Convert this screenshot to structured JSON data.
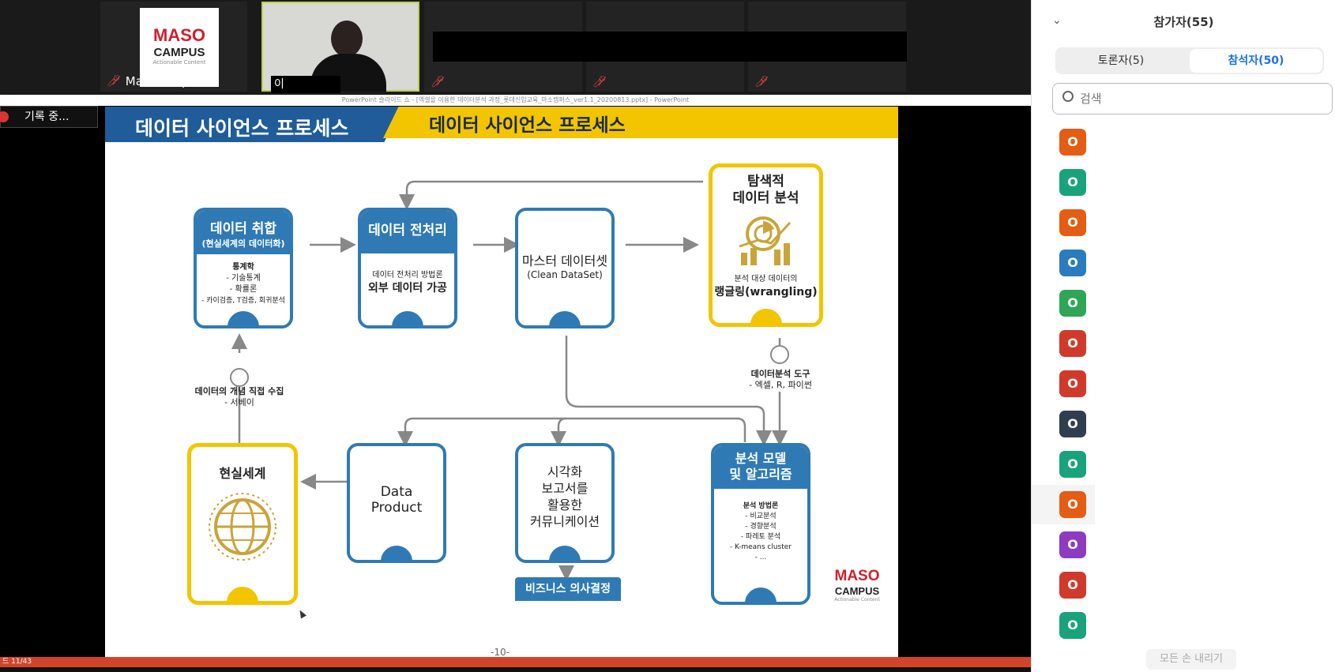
{
  "video_tiles": [
    {
      "name": "Masocampus ...",
      "logo_line1": "MASO",
      "logo_line2": "CAMPUS",
      "logo_line3": "Actionable Content"
    },
    {
      "name": "이"
    },
    {
      "name": ""
    },
    {
      "name": ""
    },
    {
      "name": ""
    }
  ],
  "recording": {
    "label": "기록 중..."
  },
  "ppt_window_title": "PowerPoint 슬라이드 쇼 - [엑셀을 이용한 데이터분석 과정_롯데신입교육_마소캠퍼스_ver1.1_20200813.pptx] - PowerPoint",
  "slide": {
    "title_left": "데이터 사이언스 프로세스",
    "title_right": "데이터 사이언스 프로세스",
    "page": "-10-",
    "logo": {
      "line1": "MASO",
      "line2": "CAMPUS",
      "line3": "Actionable Content"
    },
    "cards": {
      "acquire": {
        "title": "데이터 취합",
        "subtitle": "(현실세계의 데이터화)",
        "body_head": "통계학",
        "body": [
          "- 기술통계",
          "- 확률론",
          "- 카이검증, T검증, 회귀분석"
        ]
      },
      "preprocess": {
        "title": "데이터 전처리",
        "body_small": "데이터 전처리 방법론",
        "body_big": "외부 데이터 가공"
      },
      "master": {
        "title": "마스터 데이터셋",
        "subtitle": "(Clean DataSet)"
      },
      "eda": {
        "title_line1": "탐색적",
        "title_line2": "데이터 분석",
        "body_small": "분석 대상 데이터의",
        "body_big": "랭글링(wrangling)"
      },
      "real": {
        "title": "현실세계"
      },
      "product": {
        "line1": "Data",
        "line2": "Product"
      },
      "visual": {
        "line1": "시각화",
        "line2": "보고서를",
        "line3": "활용한",
        "line4": "커뮤니케이션"
      },
      "model": {
        "title_line1": "분석 모델",
        "title_line2": "및 알고리즘",
        "body_head": "분석 방법론",
        "body": [
          "- 비교분석",
          "- 경향분석",
          "- 파레토 분석",
          "- K-means cluster",
          "- ..."
        ]
      }
    },
    "labels": {
      "collect": "데이터의 개념 직접 수집",
      "collect_sub": "- 서베이",
      "tools": "데이터분석 도구",
      "tools_sub": "- 엑셀, R, 파이썬",
      "business": "비즈니스 의사결정"
    }
  },
  "ppt_status": "드 11/43",
  "sidebar": {
    "header": "참가자(55)",
    "tabs": [
      {
        "label": "토론자(5)"
      },
      {
        "label": "참석자(50)"
      }
    ],
    "search_placeholder": "검색",
    "participants": [
      {
        "initial": "O",
        "color": "#e35d14"
      },
      {
        "initial": "O",
        "color": "#1aa37a"
      },
      {
        "initial": "O",
        "color": "#e35d14"
      },
      {
        "initial": "O",
        "color": "#2b7bbf"
      },
      {
        "initial": "O",
        "color": "#2ea655"
      },
      {
        "initial": "O",
        "color": "#cf3a2b"
      },
      {
        "initial": "O",
        "color": "#cf3a2b"
      },
      {
        "initial": "O",
        "color": "#2f3f4f"
      },
      {
        "initial": "O",
        "color": "#1aa37a"
      },
      {
        "initial": "O",
        "color": "#e35d14"
      },
      {
        "initial": "O",
        "color": "#8e3bbf"
      },
      {
        "initial": "O",
        "color": "#cf3a2b"
      },
      {
        "initial": "O",
        "color": "#1aa37a"
      }
    ],
    "lower_all_hands": "모든 손 내리기"
  }
}
